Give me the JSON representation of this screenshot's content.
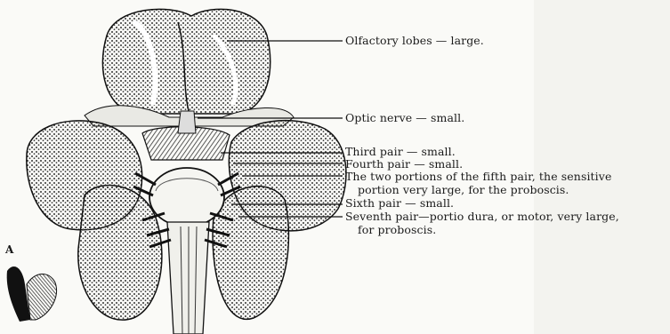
{
  "figure_letter": "A",
  "labels": {
    "olfactory": "Olfactory lobes — large.",
    "optic": "Optic nerve — small.",
    "third": "Third pair — small.",
    "fourth": "Fourth pair — small.",
    "fifth_line1": "The two portions of the fifth pair, the sensitive",
    "fifth_line2": "portion very large, for the proboscis.",
    "sixth": "Sixth pair — small.",
    "seventh_line1": "Seventh pair—portio dura, or motor, very large,",
    "seventh_line2": "for proboscis."
  },
  "colors": {
    "ink": "#1a1a1a",
    "paper": "#fafaf7",
    "shade": "#5a5a55"
  }
}
